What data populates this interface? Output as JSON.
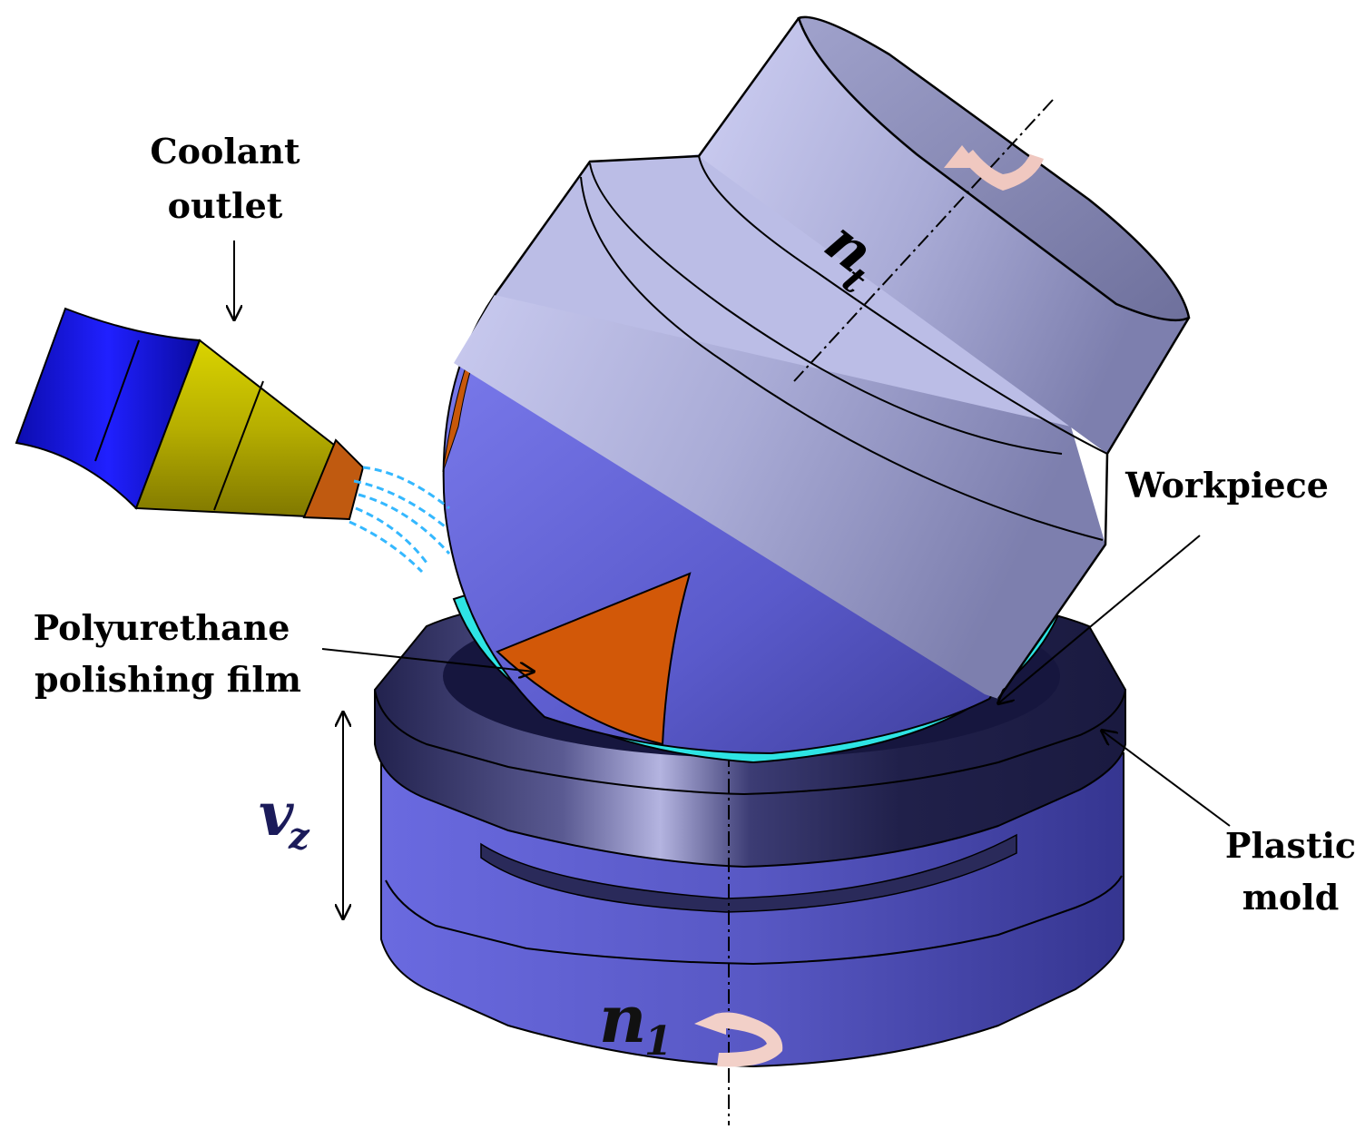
{
  "labels": {
    "coolant_line1": "Coolant",
    "coolant_line2": "outlet",
    "workpiece": "Workpiece",
    "polyurethane_line1": "Polyurethane",
    "polyurethane_line2": "polishing  film",
    "plastic_line1": "Plastic",
    "plastic_line2": "mold"
  },
  "symbols": {
    "n_tool": "n",
    "n_tool_sub": "t",
    "n_mold": "n",
    "n_mold_sub": "1",
    "v_feed": "v",
    "v_feed_sub": "z"
  },
  "icons": {
    "nozzle": "coolant-nozzle",
    "tool": "polishing-tool",
    "mold": "plastic-mold",
    "rotation": "rotation-arrow-icon"
  },
  "colors": {
    "nozzle_blue": "#1010e0",
    "nozzle_yellow": "#b8b000",
    "nozzle_orange": "#c05a10",
    "tool_gray": "#b4b6e0",
    "ball_blue": "#6a6ad8",
    "mold_dark": "#1e1e4a",
    "mold_base": "#5c5cd0",
    "film_cyan": "#29e0e0",
    "film_orange": "#d25a08",
    "coolant": "#34b8ff",
    "symbol_navy": "#1b1b5a"
  }
}
